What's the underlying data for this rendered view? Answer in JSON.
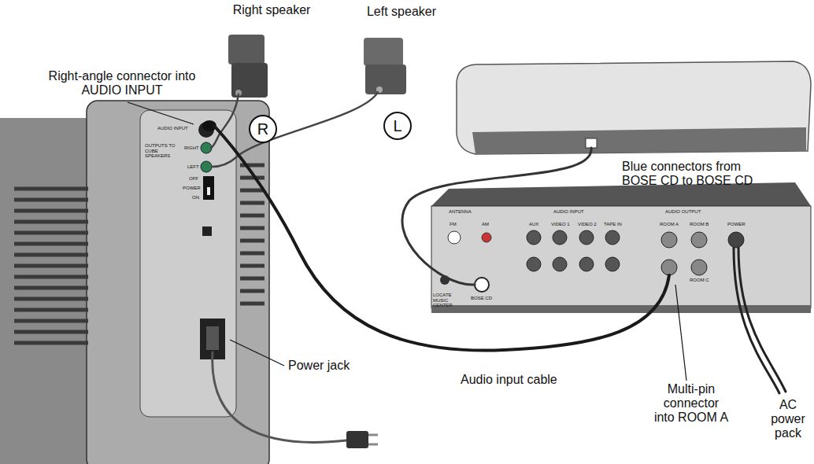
{
  "diagram": {
    "nodes": [
      {
        "text": [
          "R"
        ]
      },
      {
        "text": [
          "L"
        ]
      }
    ],
    "labels": [
      "Right speaker",
      "Left speaker",
      "Right-angle connector into AUDIO INPUT",
      "Blue connectors from BOSE CD to BOSE CD",
      "Audio input cable",
      "Multi-pin connector into ROOM A",
      "AC power pack",
      "Power jack",
      "AUDIO INPUT",
      "OUTPUTS TO CUBE SPEAKERS",
      "RIGHT",
      "LEFT",
      "OFF",
      "POWER",
      "ON",
      "ANTENNA",
      "FM",
      "AM",
      "AUDIO INPUT",
      "AUX",
      "VIDEO 1",
      "VIDEO 2",
      "TAPE IN",
      "AUDIO OUTPUT",
      "ROOM A",
      "ROOM B",
      "ROOM C",
      "POWER",
      "LOCATE MUSIC CENTER",
      "BOSE CD"
    ]
  }
}
